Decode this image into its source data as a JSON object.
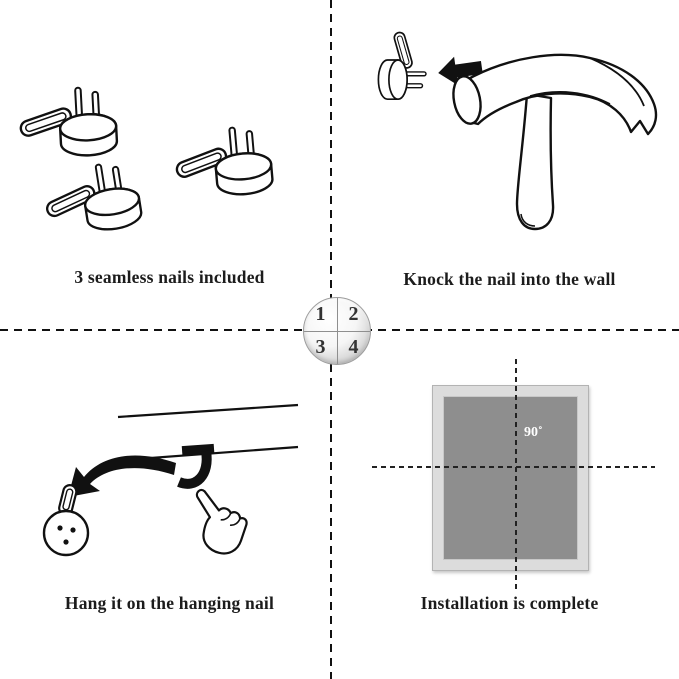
{
  "center_badge": {
    "numbers": [
      "1",
      "2",
      "3",
      "4"
    ]
  },
  "steps": [
    {
      "number": "1",
      "caption": "3 seamless nails included",
      "illustration": "three-seamless-nails"
    },
    {
      "number": "2",
      "caption": "Knock the nail into the wall",
      "illustration": "hammer-striking-nail"
    },
    {
      "number": "3",
      "caption": "Hang it on the hanging nail",
      "illustration": "hand-hanging-hook-on-nail"
    },
    {
      "number": "4",
      "caption": "Installation is complete",
      "illustration": "framed-picture-level"
    }
  ],
  "frame": {
    "angle_label": "90˚"
  },
  "colors": {
    "background": "#ffffff",
    "line_art": "#111111",
    "divider": "#111111",
    "frame_mat": "#dcdcdc",
    "frame_inner": "#8e8e8e",
    "angle_text": "#ffffff"
  }
}
